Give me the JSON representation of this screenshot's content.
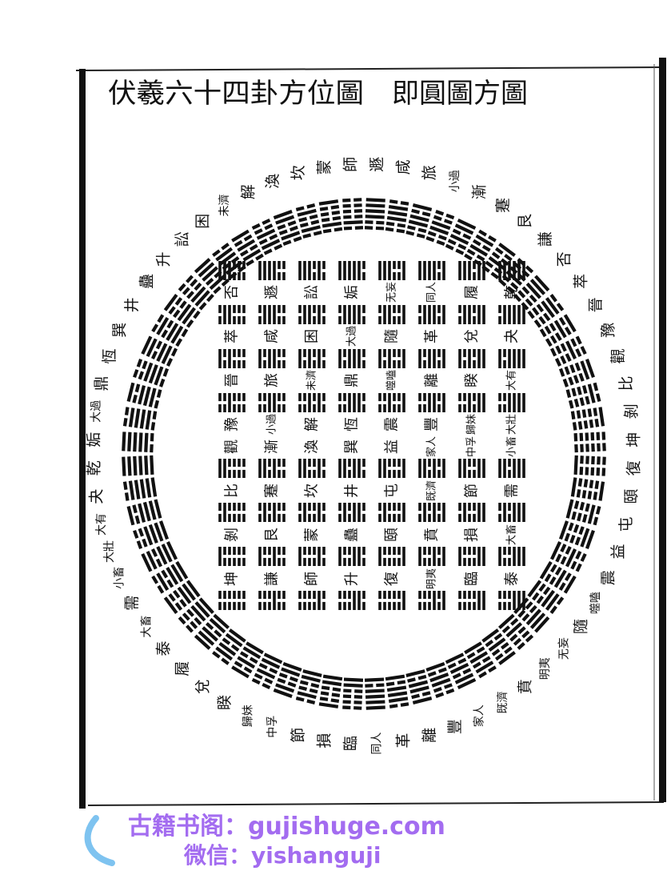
{
  "title": {
    "main": "伏羲六十四卦方位圖",
    "sub": "即圓圖方圖"
  },
  "circle_hexagrams": [
    "乾",
    "夬",
    "大有",
    "大壯",
    "小畜",
    "需",
    "大畜",
    "泰",
    "履",
    "兌",
    "睽",
    "歸妹",
    "中孚",
    "節",
    "損",
    "臨",
    "同人",
    "革",
    "離",
    "豐",
    "家人",
    "既濟",
    "賁",
    "明夷",
    "无妄",
    "隨",
    "噬嗑",
    "震",
    "益",
    "屯",
    "頤",
    "復",
    "姤",
    "大過",
    "鼎",
    "恆",
    "巽",
    "井",
    "蠱",
    "升",
    "訟",
    "困",
    "未濟",
    "解",
    "渙",
    "坎",
    "蒙",
    "師",
    "遯",
    "咸",
    "旅",
    "小過",
    "漸",
    "蹇",
    "艮",
    "謙",
    "否",
    "萃",
    "晉",
    "豫",
    "觀",
    "比",
    "剝",
    "坤"
  ],
  "square_columns": [
    [
      "否",
      "萃",
      "晉",
      "豫",
      "觀",
      "比",
      "剝",
      "坤"
    ],
    [
      "遯",
      "咸",
      "旅",
      "小過",
      "漸",
      "蹇",
      "艮",
      "謙"
    ],
    [
      "訟",
      "困",
      "未濟",
      "解",
      "渙",
      "坎",
      "蒙",
      "師"
    ],
    [
      "姤",
      "大過",
      "鼎",
      "恆",
      "巽",
      "井",
      "蠱",
      "升"
    ],
    [
      "无妄",
      "隨",
      "噬嗑",
      "震",
      "益",
      "屯",
      "頤",
      "復"
    ],
    [
      "同人",
      "革",
      "離",
      "豐",
      "家人",
      "既濟",
      "賁",
      "明夷"
    ],
    [
      "履",
      "兌",
      "睽",
      "歸妹",
      "中孚",
      "節",
      "損",
      "臨"
    ],
    [
      "乾",
      "夬",
      "大有",
      "大壯",
      "小畜",
      "需",
      "大畜",
      "泰"
    ]
  ],
  "watermark": {
    "line1": "古籍书阁：gujishuge.com",
    "line2": "微信：yishanguji"
  },
  "colors": {
    "ink": "#111111",
    "watermark": "#a36cf0",
    "logo_blue": "#7ec3f0"
  }
}
